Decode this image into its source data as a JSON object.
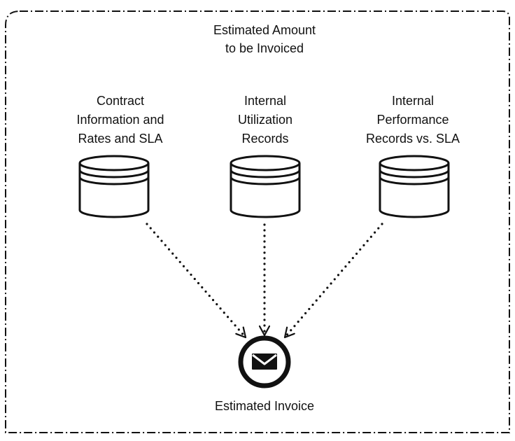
{
  "group": {
    "title_lines": [
      "Estimated Amount",
      "to be Invoiced"
    ]
  },
  "data_stores": [
    {
      "id": "contract",
      "label_lines": [
        "Contract",
        "Information and",
        "Rates and SLA"
      ]
    },
    {
      "id": "utilization",
      "label_lines": [
        "Internal",
        "Utilization",
        "Records"
      ]
    },
    {
      "id": "performance",
      "label_lines": [
        "Internal",
        "Performance",
        "Records vs. SLA"
      ]
    }
  ],
  "end_event": {
    "label": "Estimated Invoice",
    "icon": "envelope-icon"
  },
  "colors": {
    "stroke": "#111111",
    "background": "#ffffff"
  }
}
